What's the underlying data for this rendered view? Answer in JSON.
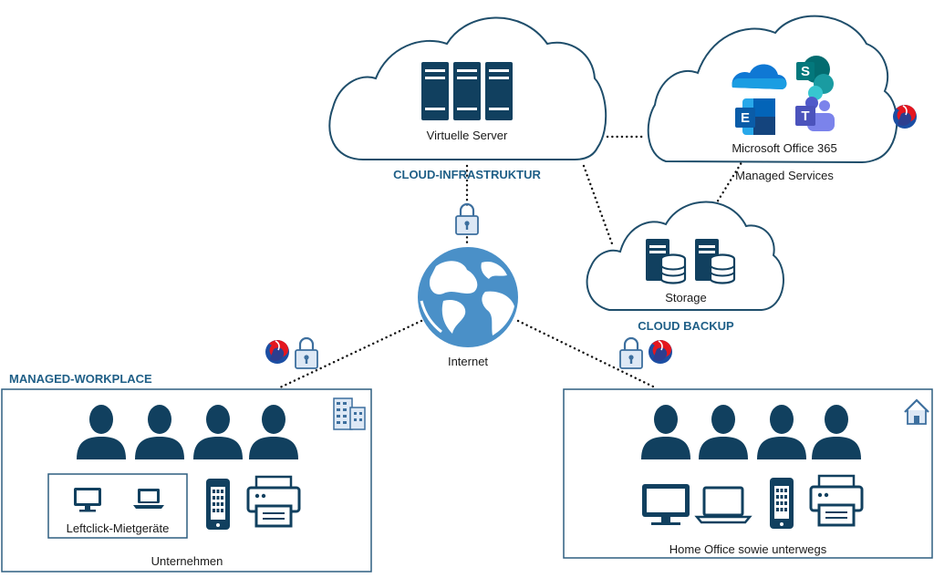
{
  "clouds": {
    "infrastructure": {
      "title": "CLOUD-INFRASTRUKTUR",
      "label": "Virtuelle Server"
    },
    "office": {
      "label": "Microsoft Office 365",
      "caption": "Managed Services"
    },
    "backup": {
      "title": "CLOUD BACKUP",
      "label": "Storage"
    }
  },
  "internet": {
    "label": "Internet"
  },
  "workplace": {
    "title": "MANAGED-WORKPLACE",
    "rental_label": "Leftclick-Mietgeräte",
    "caption": "Unternehmen"
  },
  "home": {
    "caption": "Home Office sowie unterwegs"
  },
  "apps": {
    "onedrive": "",
    "sharepoint": "S",
    "exchange": "E",
    "teams": "T"
  },
  "colors": {
    "navy": "#11405f",
    "heading": "#1f5f87",
    "globe": "#4a90c8",
    "lock": "#3d6f9e"
  },
  "icons": [
    "server-rack-icon",
    "onedrive-icon",
    "sharepoint-icon",
    "exchange-icon",
    "teams-icon",
    "swisscom-logo",
    "lock-icon",
    "globe-icon",
    "storage-server-icon",
    "user-icon",
    "desktop-icon",
    "laptop-icon",
    "phone-icon",
    "printer-icon",
    "office-building-icon",
    "house-icon"
  ]
}
